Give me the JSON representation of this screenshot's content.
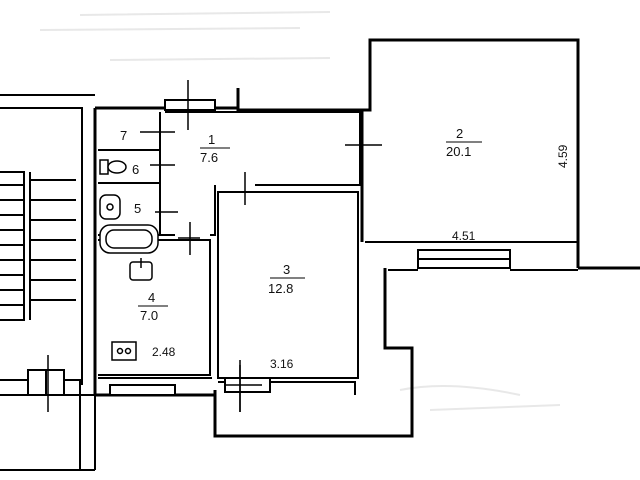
{
  "rooms": [
    {
      "id": "room-1",
      "number": "1",
      "area": "7.6"
    },
    {
      "id": "room-2",
      "number": "2",
      "area": "20.1"
    },
    {
      "id": "room-3",
      "number": "3",
      "area": "12.8"
    },
    {
      "id": "room-4",
      "number": "4",
      "area": "7.0"
    },
    {
      "id": "room-5",
      "number": "5"
    },
    {
      "id": "room-6",
      "number": "6"
    },
    {
      "id": "room-7",
      "number": "7"
    }
  ],
  "dimensions": {
    "room2_height": "4.59",
    "room2_width": "4.51",
    "room3_width": "3.16",
    "room4_width": "2.48"
  }
}
